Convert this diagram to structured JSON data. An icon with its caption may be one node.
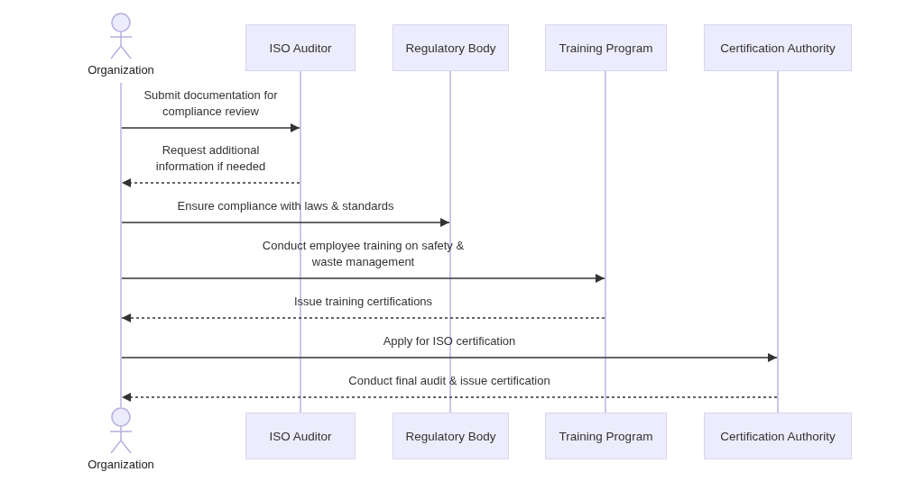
{
  "diagram": {
    "nodes": [
      {
        "text": [
          "Organization"
        ]
      },
      {
        "text": [
          "ISO Auditor"
        ]
      },
      {
        "text": [
          "Regulatory Body"
        ]
      },
      {
        "text": [
          "Training Program"
        ]
      },
      {
        "text": [
          "Certification Authority"
        ]
      },
      {
        "text": [
          "Organization"
        ]
      },
      {
        "text": [
          "ISO Auditor"
        ]
      },
      {
        "text": [
          "Regulatory Body"
        ]
      },
      {
        "text": [
          "Training Program"
        ]
      },
      {
        "text": [
          "Certification Authority"
        ]
      },
      {
        "text": [],
        "shape": "bar"
      },
      {
        "text": [],
        "shape": "bar"
      },
      {
        "text": [],
        "shape": "bar"
      },
      {
        "text": [],
        "shape": "bar"
      },
      {
        "text": [],
        "shape": "bar"
      }
    ],
    "edges": [
      {
        "from": 10,
        "to": 11,
        "arrow": "to",
        "label": "Submit documentation for compliance review"
      },
      {
        "from": 11,
        "to": 10,
        "arrow": "to",
        "style": "dashed",
        "label": "Request additional information if needed"
      },
      {
        "from": 10,
        "to": 12,
        "arrow": "to",
        "label": "Ensure compliance with laws & standards"
      },
      {
        "from": 10,
        "to": 13,
        "arrow": "to",
        "label": "Conduct employee training on safety & waste management"
      },
      {
        "from": 13,
        "to": 10,
        "arrow": "to",
        "style": "dashed",
        "label": "Issue training certifications"
      },
      {
        "from": 10,
        "to": 14,
        "arrow": "to",
        "label": "Apply for ISO certification"
      },
      {
        "from": 14,
        "to": 10,
        "arrow": "to",
        "style": "dashed",
        "label": "Conduct final audit & issue certification"
      }
    ]
  }
}
